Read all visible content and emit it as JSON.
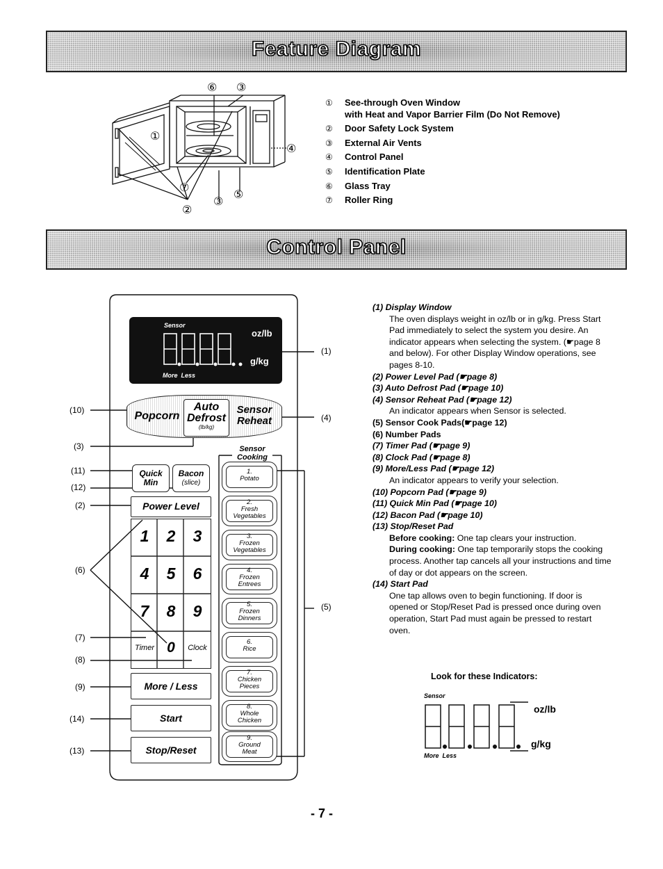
{
  "feature_banner": "Feature Diagram",
  "control_banner": "Control Panel",
  "feature_list": [
    {
      "num": "①",
      "text": "See-through Oven Window",
      "text2": "with Heat and Vapor Barrier Film (Do Not Remove)"
    },
    {
      "num": "②",
      "text": "Door Safety Lock System"
    },
    {
      "num": "③",
      "text": "External Air Vents"
    },
    {
      "num": "④",
      "text": "Control Panel"
    },
    {
      "num": "⑤",
      "text": "Identification Plate"
    },
    {
      "num": "⑥",
      "text": "Glass Tray"
    },
    {
      "num": "⑦",
      "text": "Roller Ring"
    }
  ],
  "diagram_callouts": {
    "c6": "⑥",
    "c3": "③",
    "c1": "①",
    "c4": "④",
    "c7": "⑦",
    "c2": "②",
    "c3b": "③",
    "c5": "⑤"
  },
  "panel": {
    "display": {
      "sensor": "Sensor",
      "unit1": "oz/lb",
      "unit2": "g/kg",
      "more_less": "More  Less"
    },
    "popcorn": "Popcorn",
    "auto_defrost": "Auto",
    "auto_defrost2": "Defrost",
    "auto_defrost_sub": "(lb/kg)",
    "sensor_reheat": "Sensor",
    "sensor_reheat2": "Reheat",
    "sensor_cooking": "Sensor",
    "sensor_cooking2": "Cooking",
    "quick_min": "Quick",
    "quick_min2": "Min",
    "bacon": "Bacon",
    "bacon2": "(slice)",
    "power_level": "Power Level",
    "digits": [
      "1",
      "2",
      "3",
      "4",
      "5",
      "6",
      "7",
      "8",
      "9"
    ],
    "timer": "Timer",
    "zero": "0",
    "clock": "Clock",
    "more_less": "More / Less",
    "start": "Start",
    "stop_reset": "Stop/Reset",
    "sensor_pads": [
      {
        "n": "1.",
        "l1": "Potato",
        "l2": ""
      },
      {
        "n": "2.",
        "l1": "Fresh",
        "l2": "Vegetables"
      },
      {
        "n": "3.",
        "l1": "Frozen",
        "l2": "Vegetables"
      },
      {
        "n": "4.",
        "l1": "Frozen",
        "l2": "Entrees"
      },
      {
        "n": "5.",
        "l1": "Frozen",
        "l2": "Dinners"
      },
      {
        "n": "6.",
        "l1": "Rice",
        "l2": ""
      },
      {
        "n": "7.",
        "l1": "Chicken",
        "l2": "Pieces"
      },
      {
        "n": "8.",
        "l1": "Whole",
        "l2": "Chicken"
      },
      {
        "n": "9.",
        "l1": "Ground",
        "l2": "Meat"
      }
    ]
  },
  "left_labels": [
    "(10)",
    "(3)",
    "(11)",
    "(12)",
    "(2)",
    "(6)",
    "(7)",
    "(8)",
    "(9)",
    "(14)",
    "(13)"
  ],
  "right_labels": [
    "(1)",
    "(4)",
    "(5)"
  ],
  "descriptions": {
    "d1_head": "(1) Display Window",
    "d1_body": "The oven displays weight in oz/lb or in g/kg. Press Start Pad immediately to select the system you desire. An indicator appears when selecting the system. (☛page 8 and below). For other Display Window operations, see pages 8-10.",
    "d2": "(2) Power Level Pad (☛page 8)",
    "d3": "(3) Auto Defrost Pad (☛page 10)",
    "d4": "(4) Sensor Reheat Pad (☛page 12)",
    "d4_body": "An indicator appears when Sensor is selected.",
    "d5": "(5) Sensor Cook Pads(☛page 12)",
    "d6": "(6) Number Pads",
    "d7": "(7) Timer Pad (☛page 9)",
    "d8": "(8) Clock Pad (☛page 8)",
    "d9": "(9) More/Less Pad (☛page 12)",
    "d9_body": "An indicator appears to verify your selection.",
    "d10": "(10) Popcorn Pad (☛page 9)",
    "d11": "(11) Quick Min Pad (☛page 10)",
    "d12": "(12) Bacon Pad (☛page 10)",
    "d13": "(13) Stop/Reset Pad",
    "d13_before_label": "Before cooking:",
    "d13_before": "One tap clears your instruction.",
    "d13_during_label": "During cooking:",
    "d13_during": "One tap temporarily stops the cooking process. Another tap cancels all your instructions and time of day or dot appears on the screen.",
    "d14": "(14) Start Pad",
    "d14_body": "One tap allows oven to begin functioning. If door is opened or Stop/Reset Pad is pressed once during oven operation, Start Pad must again be pressed to restart oven."
  },
  "indicators": {
    "title": "Look for these Indicators:",
    "sensor": "Sensor",
    "unit1": "oz/lb",
    "unit2": "g/kg",
    "more_less": "More  Less"
  },
  "page_number": "- 7 -"
}
